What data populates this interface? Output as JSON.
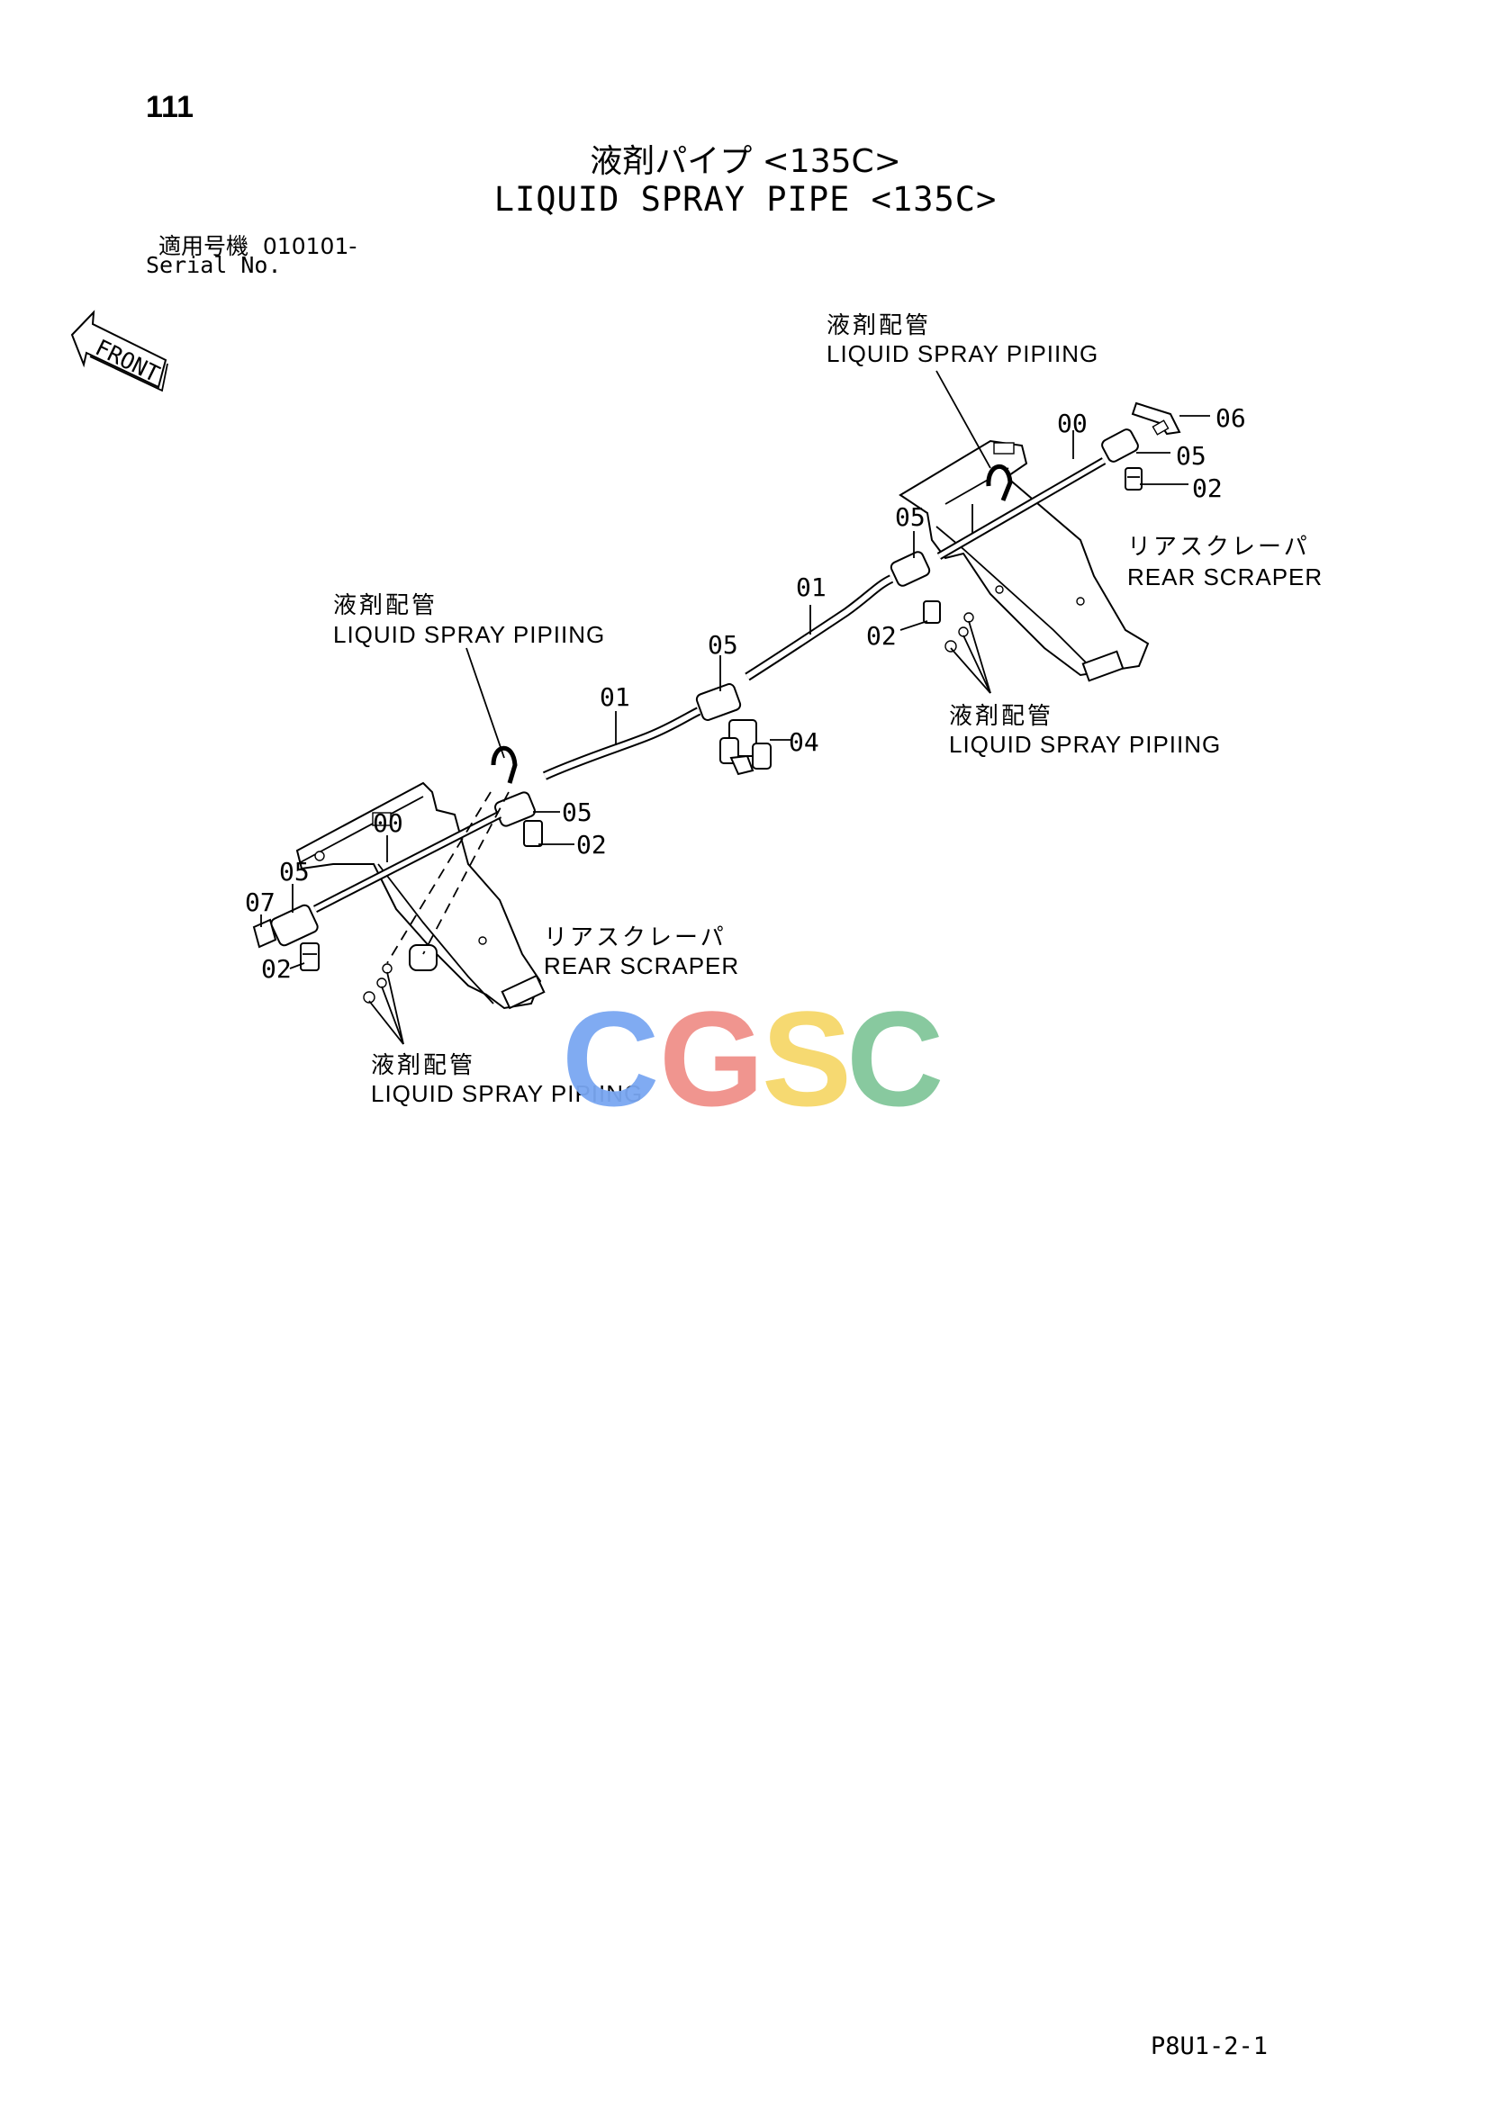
{
  "page_number": "111",
  "title_jp": "液剤パイプ <135C>",
  "title_en": "LIQUID SPRAY PIPE <135C>",
  "serial_label_jp": "適用号機",
  "serial_value": "010101-",
  "serial_label_en": "Serial No.",
  "front_label": "FRONT",
  "callouts": {
    "top_right": {
      "jp": "液剤配管",
      "en": "LIQUID SPRAY PIPIING"
    },
    "left_upper": {
      "jp": "液剤配管",
      "en": "LIQUID SPRAY PIPIING"
    },
    "right_lower": {
      "jp": "液剤配管",
      "en": "LIQUID SPRAY PIPIING"
    },
    "bottom_left": {
      "jp": "液剤配管",
      "en": "LIQUID SPRAY PIPIING"
    },
    "rear_scraper_right": {
      "jp": "リアスクレーパ",
      "en": "REAR SCRAPER"
    },
    "rear_scraper_left": {
      "jp": "リアスクレーパ",
      "en": "REAR SCRAPER"
    }
  },
  "part_numbers": {
    "p00_right": "00",
    "p06": "06",
    "p05_right": "05",
    "p02_right": "02",
    "p05_upper_mid": "05",
    "p01_right": "01",
    "p02_mid": "02",
    "p05_center": "05",
    "p01_left": "01",
    "p04": "04",
    "p05_left_tee": "05",
    "p02_left_tee": "02",
    "p00_left": "00",
    "p05_left_end": "05",
    "p07": "07",
    "p02_left_end": "02"
  },
  "watermark": {
    "letters": [
      "C",
      "G",
      "S",
      "C"
    ],
    "colors": [
      "#7aa7f2",
      "#f0908a",
      "#f6d86a",
      "#82c79a"
    ]
  },
  "footer_code": "P8U1-2-1"
}
